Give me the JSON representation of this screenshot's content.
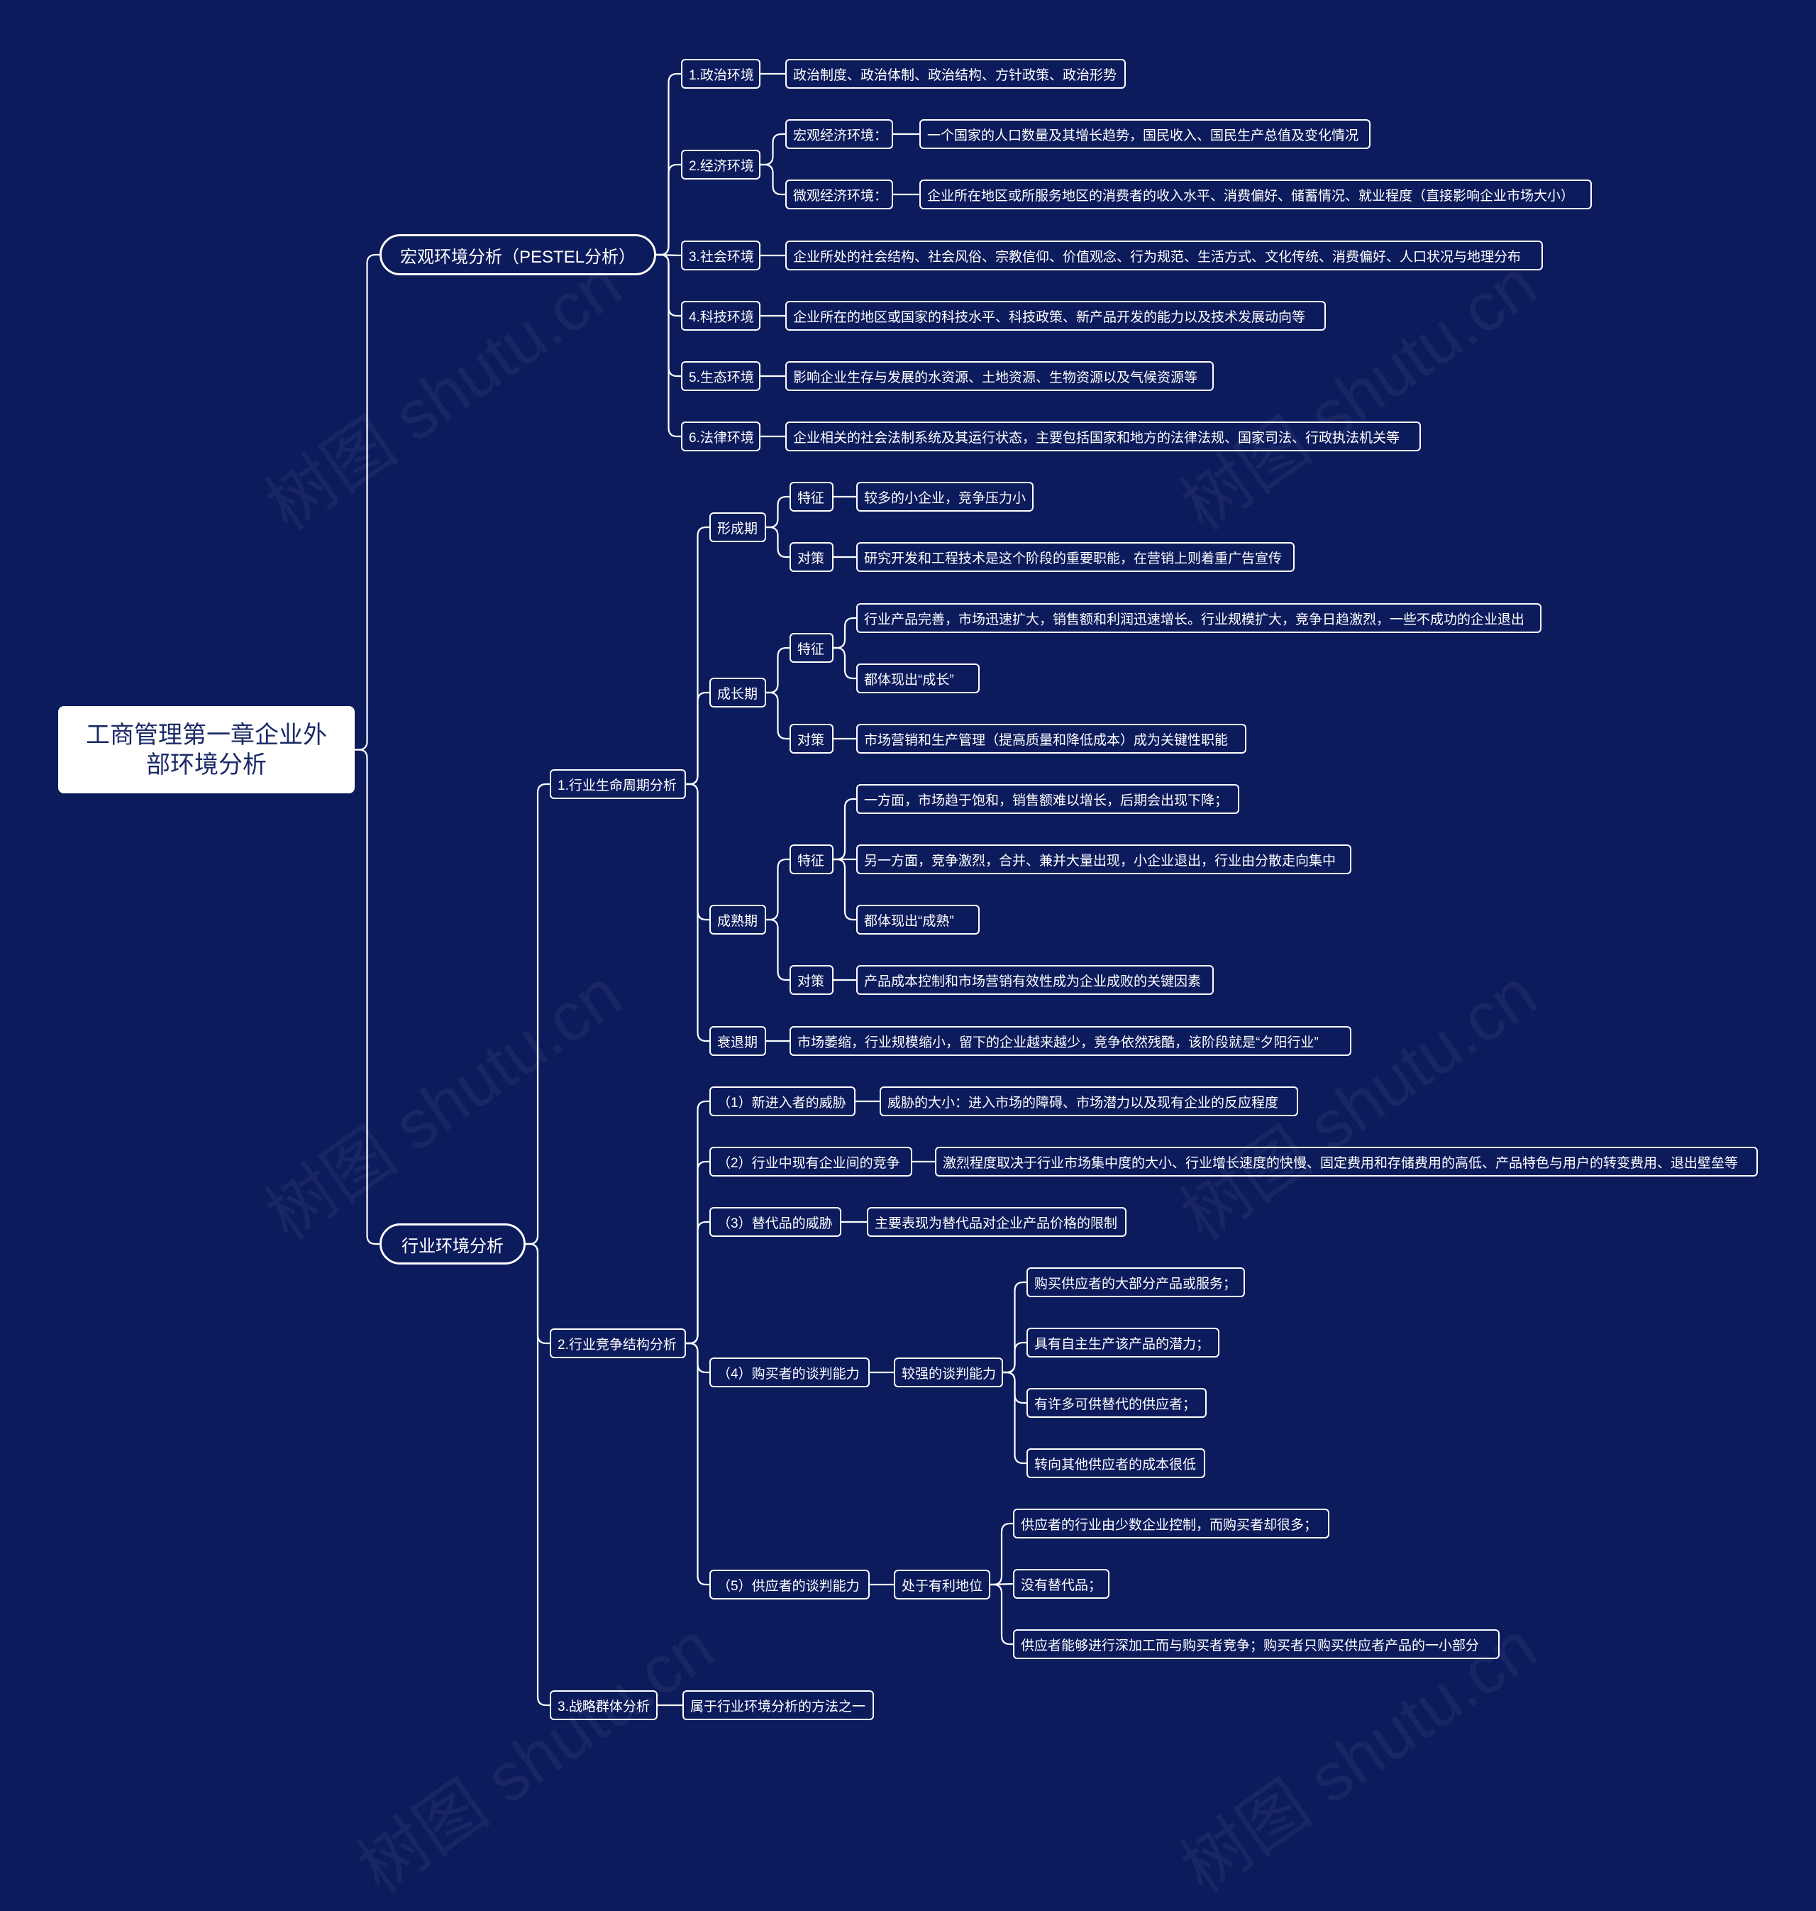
{
  "watermark": "树图 shutu.cn",
  "root": {
    "title": "工商管理第一章企业外部环境分析"
  },
  "macro": {
    "title": "宏观环境分析（PESTEL分析）",
    "political": {
      "label": "1.政治环境",
      "desc": "政治制度、政治体制、政治结构、方针政策、政治形势"
    },
    "economic": {
      "label": "2.经济环境",
      "macro_label": "宏观经济环境：",
      "macro_desc": "一个国家的人口数量及其增长趋势，国民收入、国民生产总值及变化情况",
      "micro_label": "微观经济环境：",
      "micro_desc": "企业所在地区或所服务地区的消费者的收入水平、消费偏好、储蓄情况、就业程度（直接影响企业市场大小）"
    },
    "social": {
      "label": "3.社会环境",
      "desc": "企业所处的社会结构、社会风俗、宗教信仰、价值观念、行为规范、生活方式、文化传统、消费偏好、人口状况与地理分布"
    },
    "tech": {
      "label": "4.科技环境",
      "desc": "企业所在的地区或国家的科技水平、科技政策、新产品开发的能力以及技术发展动向等"
    },
    "eco": {
      "label": "5.生态环境",
      "desc": "影响企业生存与发展的水资源、土地资源、生物资源以及气候资源等"
    },
    "legal": {
      "label": "6.法律环境",
      "desc": "企业相关的社会法制系统及其运行状态，主要包括国家和地方的法律法规、国家司法、行政执法机关等"
    }
  },
  "industry": {
    "title": "行业环境分析",
    "lifecycle": {
      "label": "1.行业生命周期分析",
      "formation": {
        "label": "形成期",
        "feat_label": "特征",
        "feat_desc": "较多的小企业，竞争压力小",
        "strat_label": "对策",
        "strat_desc": "研究开发和工程技术是这个阶段的重要职能，在营销上则着重广告宣传"
      },
      "growth": {
        "label": "成长期",
        "feat_label": "特征",
        "feat_1": "行业产品完善，市场迅速扩大，销售额和利润迅速增长。行业规模扩大，竞争日趋激烈，一些不成功的企业退出",
        "feat_2": "都体现出“成长”",
        "strat_label": "对策",
        "strat_desc": "市场营销和生产管理（提高质量和降低成本）成为关键性职能"
      },
      "maturity": {
        "label": "成熟期",
        "feat_label": "特征",
        "feat_1": "一方面，市场趋于饱和，销售额难以增长，后期会出现下降；",
        "feat_2": "另一方面，竞争激烈，合并、兼并大量出现，小企业退出，行业由分散走向集中",
        "feat_3": "都体现出“成熟”",
        "strat_label": "对策",
        "strat_desc": "产品成本控制和市场营销有效性成为企业成败的关键因素"
      },
      "decline": {
        "label": "衰退期",
        "desc": "市场萎缩，行业规模缩小，留下的企业越来越少，竞争依然残酷，该阶段就是“夕阳行业”"
      }
    },
    "competition": {
      "label": "2.行业竞争结构分析",
      "entrants": {
        "label": "（1）新进入者的威胁",
        "desc": "威胁的大小：进入市场的障碍、市场潜力以及现有企业的反应程度"
      },
      "rivalry": {
        "label": "（2）行业中现有企业间的竞争",
        "desc": "激烈程度取决于行业市场集中度的大小、行业增长速度的快慢、固定费用和存储费用的高低、产品特色与用户的转变费用、退出壁垒等"
      },
      "substitutes": {
        "label": "（3）替代品的威胁",
        "desc": "主要表现为替代品对企业产品价格的限制"
      },
      "buyers": {
        "label": "（4）购买者的谈判能力",
        "mid": "较强的谈判能力",
        "items": [
          "购买供应者的大部分产品或服务；",
          "具有自主生产该产品的潜力；",
          "有许多可供替代的供应者；",
          "转向其他供应者的成本很低"
        ]
      },
      "suppliers": {
        "label": "（5）供应者的谈判能力",
        "mid": "处于有利地位",
        "items": [
          "供应者的行业由少数企业控制，而购买者却很多；",
          "没有替代品；",
          "供应者能够进行深加工而与购买者竞争；购买者只购买供应者产品的一小部分"
        ]
      }
    },
    "strategic": {
      "label": "3.战略群体分析",
      "desc": "属于行业环境分析的方法之一"
    }
  }
}
